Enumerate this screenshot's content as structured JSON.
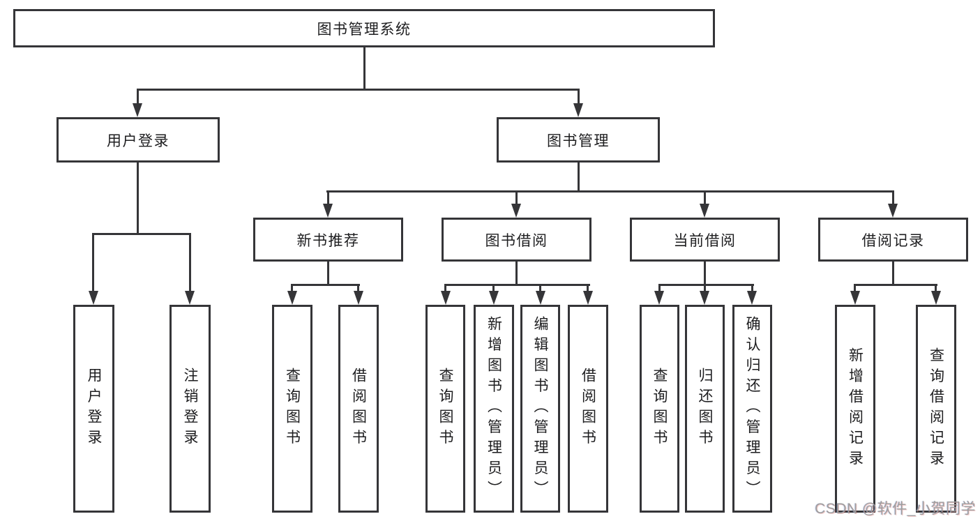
{
  "root": {
    "label": "图书管理系统"
  },
  "branches": [
    {
      "label": "用户登录",
      "children": [
        {
          "label": "用户登录"
        },
        {
          "label": "注销登录"
        }
      ]
    },
    {
      "label": "图书管理",
      "children": [
        {
          "label": "新书推荐",
          "children": [
            {
              "label": "查询图书"
            },
            {
              "label": "借阅图书"
            }
          ]
        },
        {
          "label": "图书借阅",
          "children": [
            {
              "label": "查询图书"
            },
            {
              "label": "新增图书（管理员）"
            },
            {
              "label": "编辑图书（管理员）"
            },
            {
              "label": "借阅图书"
            }
          ]
        },
        {
          "label": "当前借阅",
          "children": [
            {
              "label": "查询图书"
            },
            {
              "label": "归还图书"
            },
            {
              "label": "确认归还（管理员）"
            }
          ]
        },
        {
          "label": "借阅记录",
          "children": [
            {
              "label": "新增借阅记录"
            },
            {
              "label": "查询借阅记录"
            }
          ]
        }
      ]
    }
  ],
  "watermark": {
    "text": "CSDN @软件_小贺同学"
  },
  "colors": {
    "line": "#353538",
    "text": "#1d1d1f",
    "watermark": "#9e9e9e",
    "background": "#ffffff"
  }
}
